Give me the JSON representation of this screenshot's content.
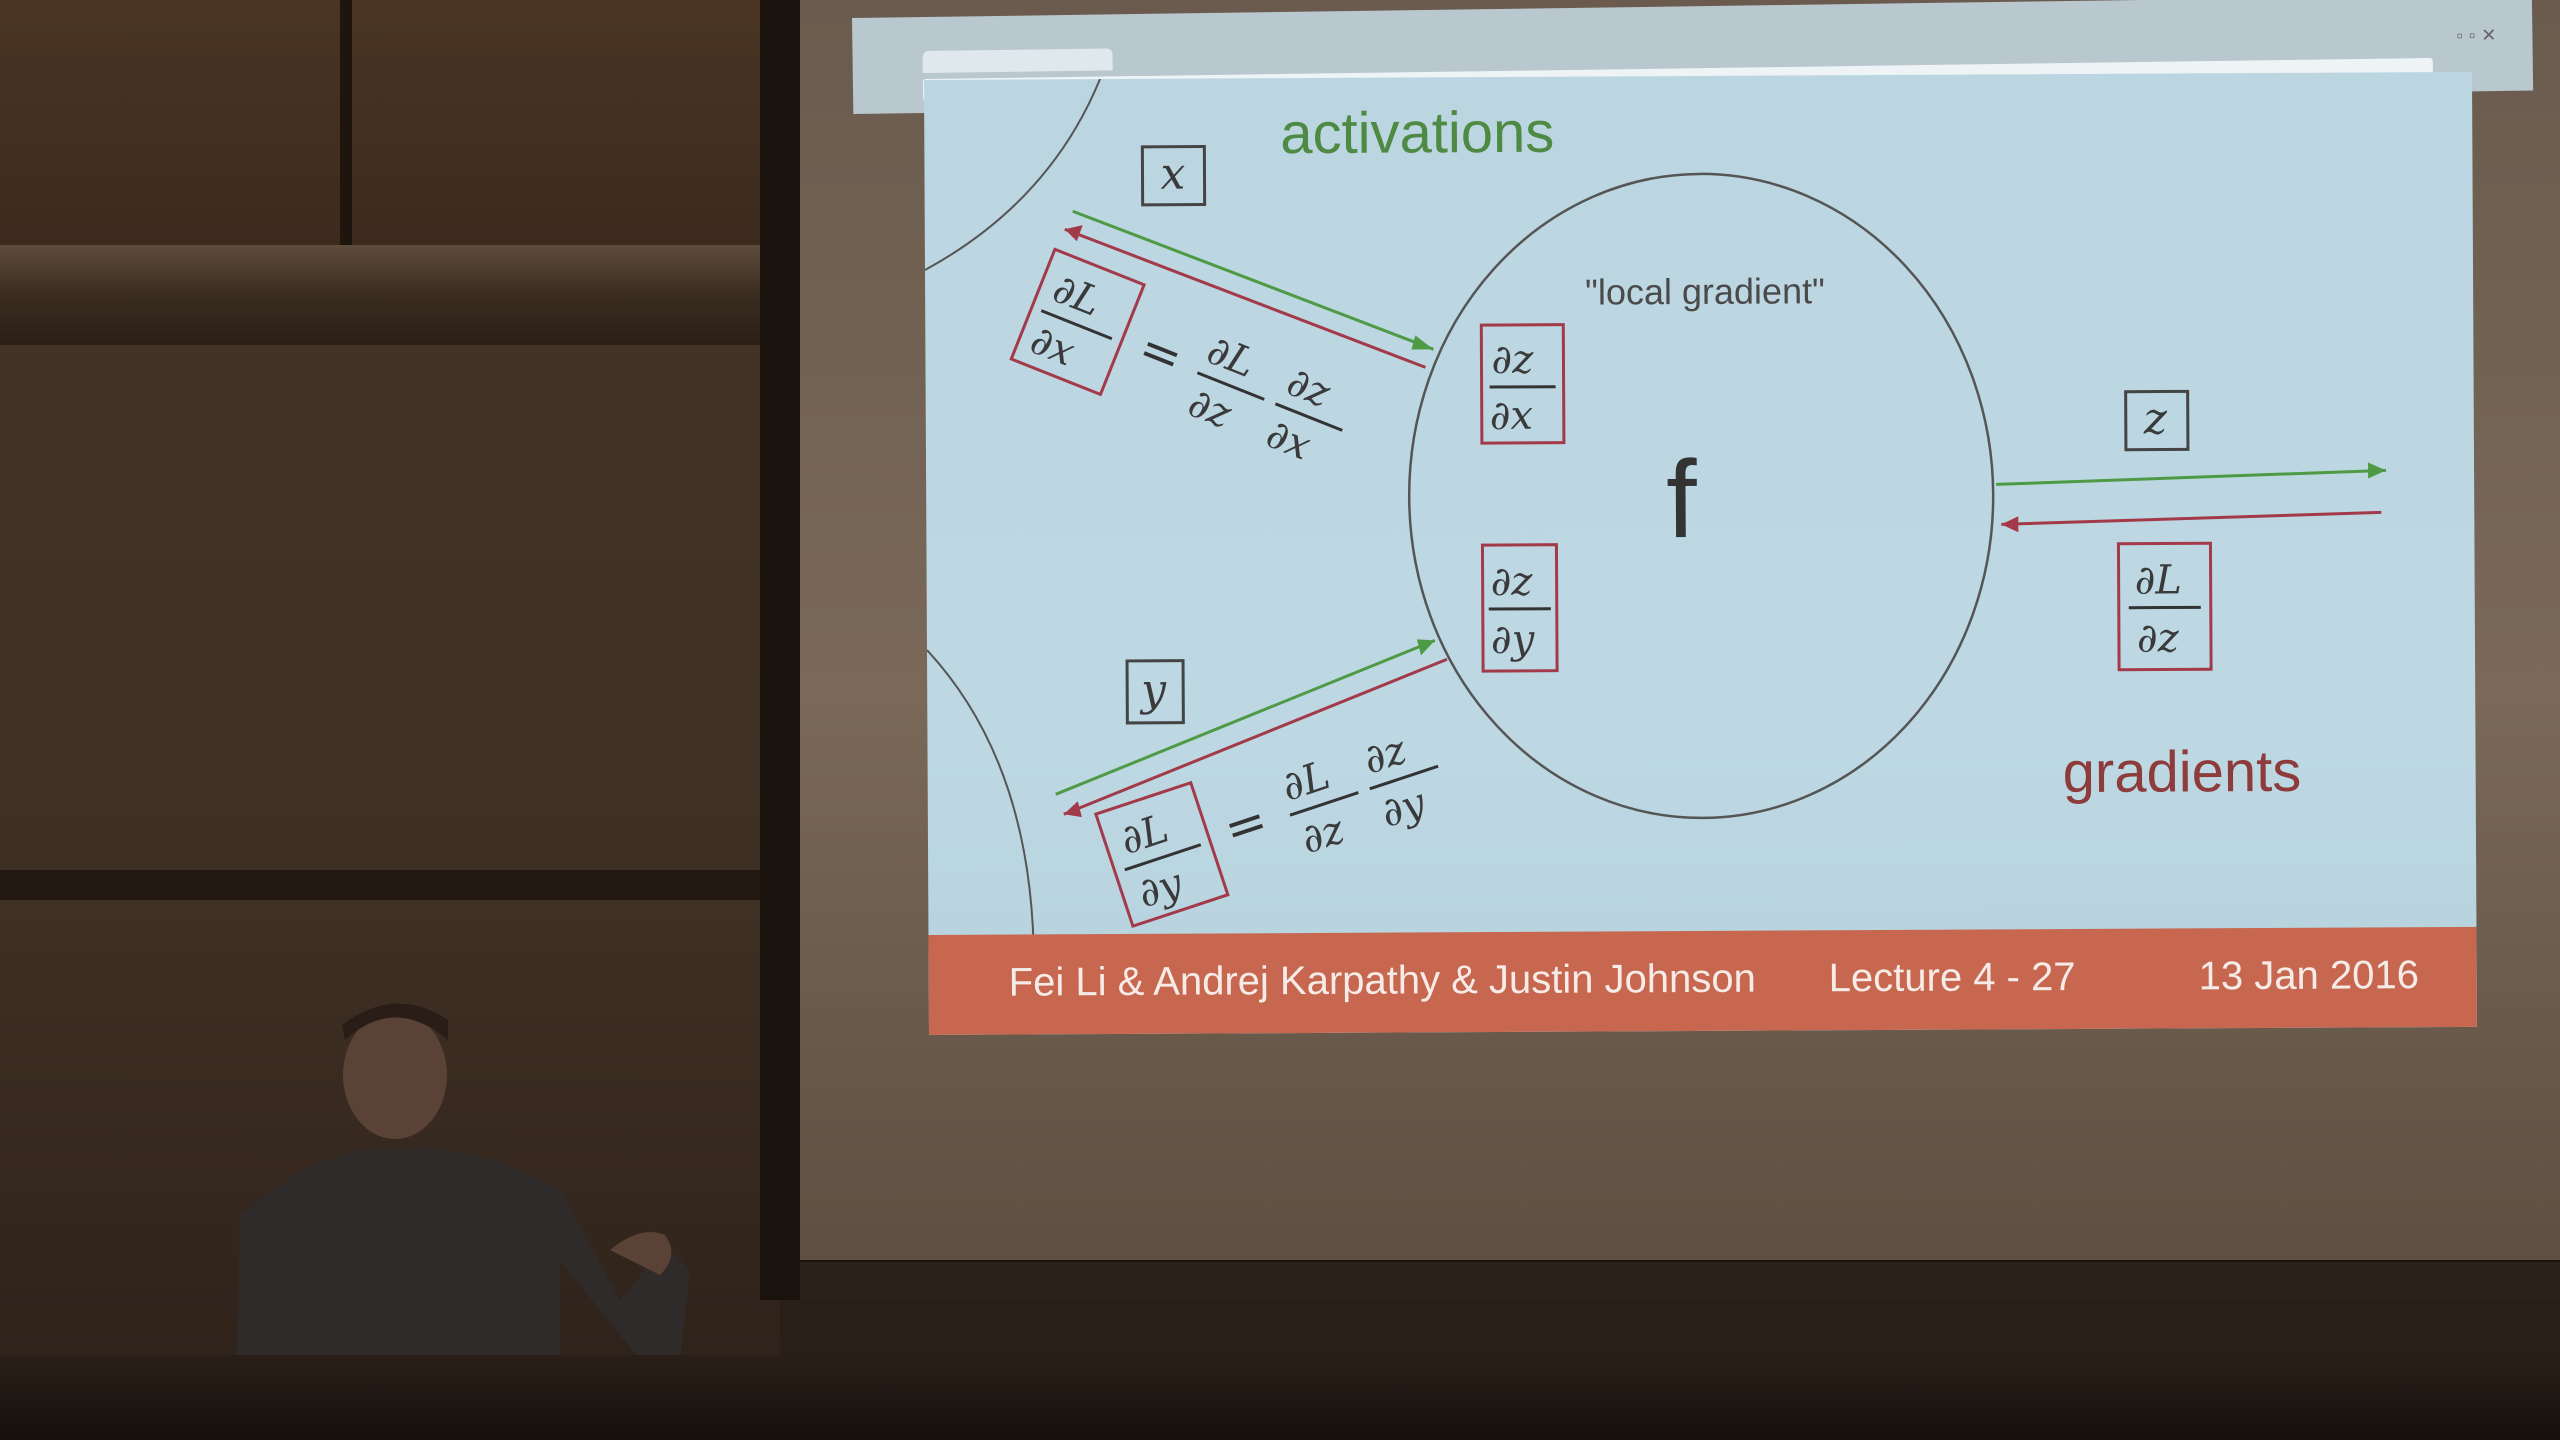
{
  "slide": {
    "activations_label": "activations",
    "gradients_label": "gradients",
    "local_gradient_label": "\"local gradient\"",
    "function_label": "f",
    "var_x": "x",
    "var_y": "y",
    "var_z": "z",
    "colors": {
      "forward_arrow": "#4e9a45",
      "backward_arrow": "#a33a4a",
      "footer": "#c8674f"
    }
  },
  "footer": {
    "authors": "Fei Li & Andrej Karpathy & Justin Johnson",
    "lecture": "Lecture 4 - 27",
    "date": "13 Jan 2016"
  }
}
